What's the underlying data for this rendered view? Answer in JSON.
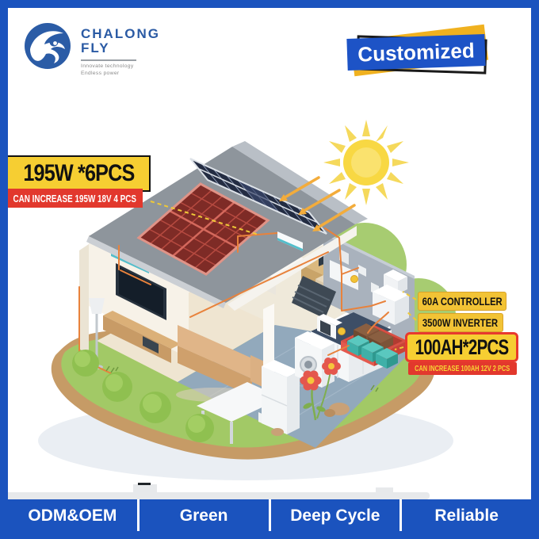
{
  "brand": {
    "name_line1": "CHALONG",
    "name_line2": "FLY",
    "tagline_line1": "Innovate technology",
    "tagline_line2": "Endless power"
  },
  "badge": {
    "label": "Customized"
  },
  "callouts": {
    "panels": {
      "title": "195W *6PCS",
      "subtitle": "CAN INCREASE 195W 18V 4 PCS"
    },
    "controller": {
      "label": "60A CONTROLLER"
    },
    "inverter": {
      "label": "3500W INVERTER"
    },
    "battery": {
      "title": "100AH*2PCS",
      "subtitle": "CAN INCREASE 100AH 12V 2 PCS"
    }
  },
  "footer": {
    "items": [
      {
        "label": "ODM&OEM"
      },
      {
        "label": "Green"
      },
      {
        "label": "Deep Cycle"
      },
      {
        "label": "Reliable"
      }
    ]
  },
  "icons": {
    "logo": "logo-globe-wave-icon",
    "sun": "sun-icon",
    "sun_arrows": "sunlight-arrow-icons"
  },
  "colors": {
    "frame_blue": "#1B53BE",
    "badge_blue": "#1D53C6",
    "badge_yellow": "#F0B11F",
    "label_yellow": "#F6CE32",
    "label_red": "#E2382D",
    "roof_gray": "#8E959C",
    "panel_red": "#7E2B26",
    "panel_navy": "#232C42",
    "lawn_green": "#A2C966",
    "path_tan": "#C69B66",
    "wire_orange": "#E8823C",
    "battery_teal": "#5AC8BF",
    "battery_tray_red": "#E4594E",
    "sun_yellow": "#F8D843"
  }
}
